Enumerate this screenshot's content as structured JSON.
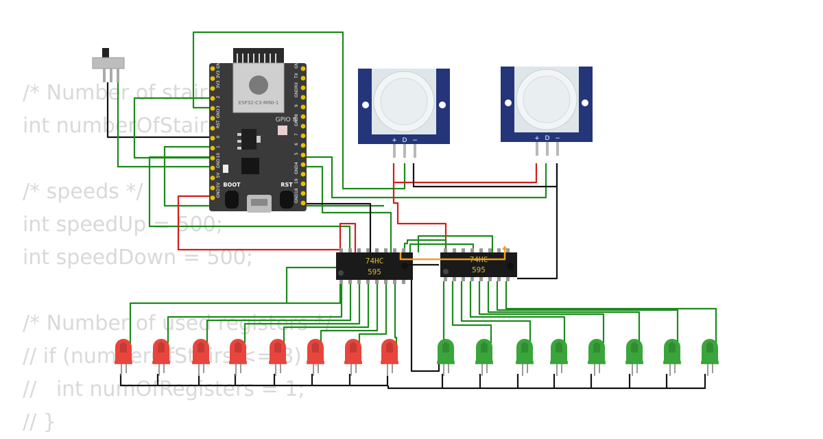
{
  "background_code": [
    "/* Number of stairs */",
    "int numberOfStairs",
    "",
    "/* speeds */",
    "int speedUp = 500;",
    "int speedDown = 500;",
    "",
    "/* Number of used registers */",
    "// if (numberOfStairs <= 8) {",
    "//   int numOfRegisters = 1;",
    "// }"
  ],
  "esp32": {
    "module_label": "ESP32-C3-MINI-1",
    "gpio_label": "GPIO 8",
    "boot_label": "BOOT",
    "rst_label": "RST",
    "left_pins": [
      "GND",
      "3V3",
      "3V3",
      "2",
      "3",
      "GND",
      "RST",
      "0",
      "1",
      "10",
      "GND",
      "5V",
      "5V",
      "GND"
    ],
    "right_pins": [
      "GND",
      "TX",
      "RX",
      "GND",
      "9",
      "8",
      "GND",
      "7",
      "6",
      "5",
      "4",
      "GND",
      "19",
      "18",
      "GND"
    ]
  },
  "pir_sensors": [
    {
      "pins": [
        "+",
        "D",
        "−"
      ]
    },
    {
      "pins": [
        "+",
        "D",
        "−"
      ]
    }
  ],
  "shift_registers": [
    {
      "line1": "74HC",
      "line2": "595"
    },
    {
      "line1": "74HC",
      "line2": "595"
    }
  ],
  "leds": {
    "red_count": 8,
    "green_count": 8,
    "red_color": "#e8453c",
    "green_color": "#3aa53a"
  },
  "colors": {
    "wire_green": "#1a8a1a",
    "wire_black": "#111111",
    "wire_red": "#d11c1c",
    "wire_orange": "#f0a020",
    "board": "#3a3a3a",
    "pir_board": "#24357a",
    "pin_yellow": "#e8c100"
  }
}
